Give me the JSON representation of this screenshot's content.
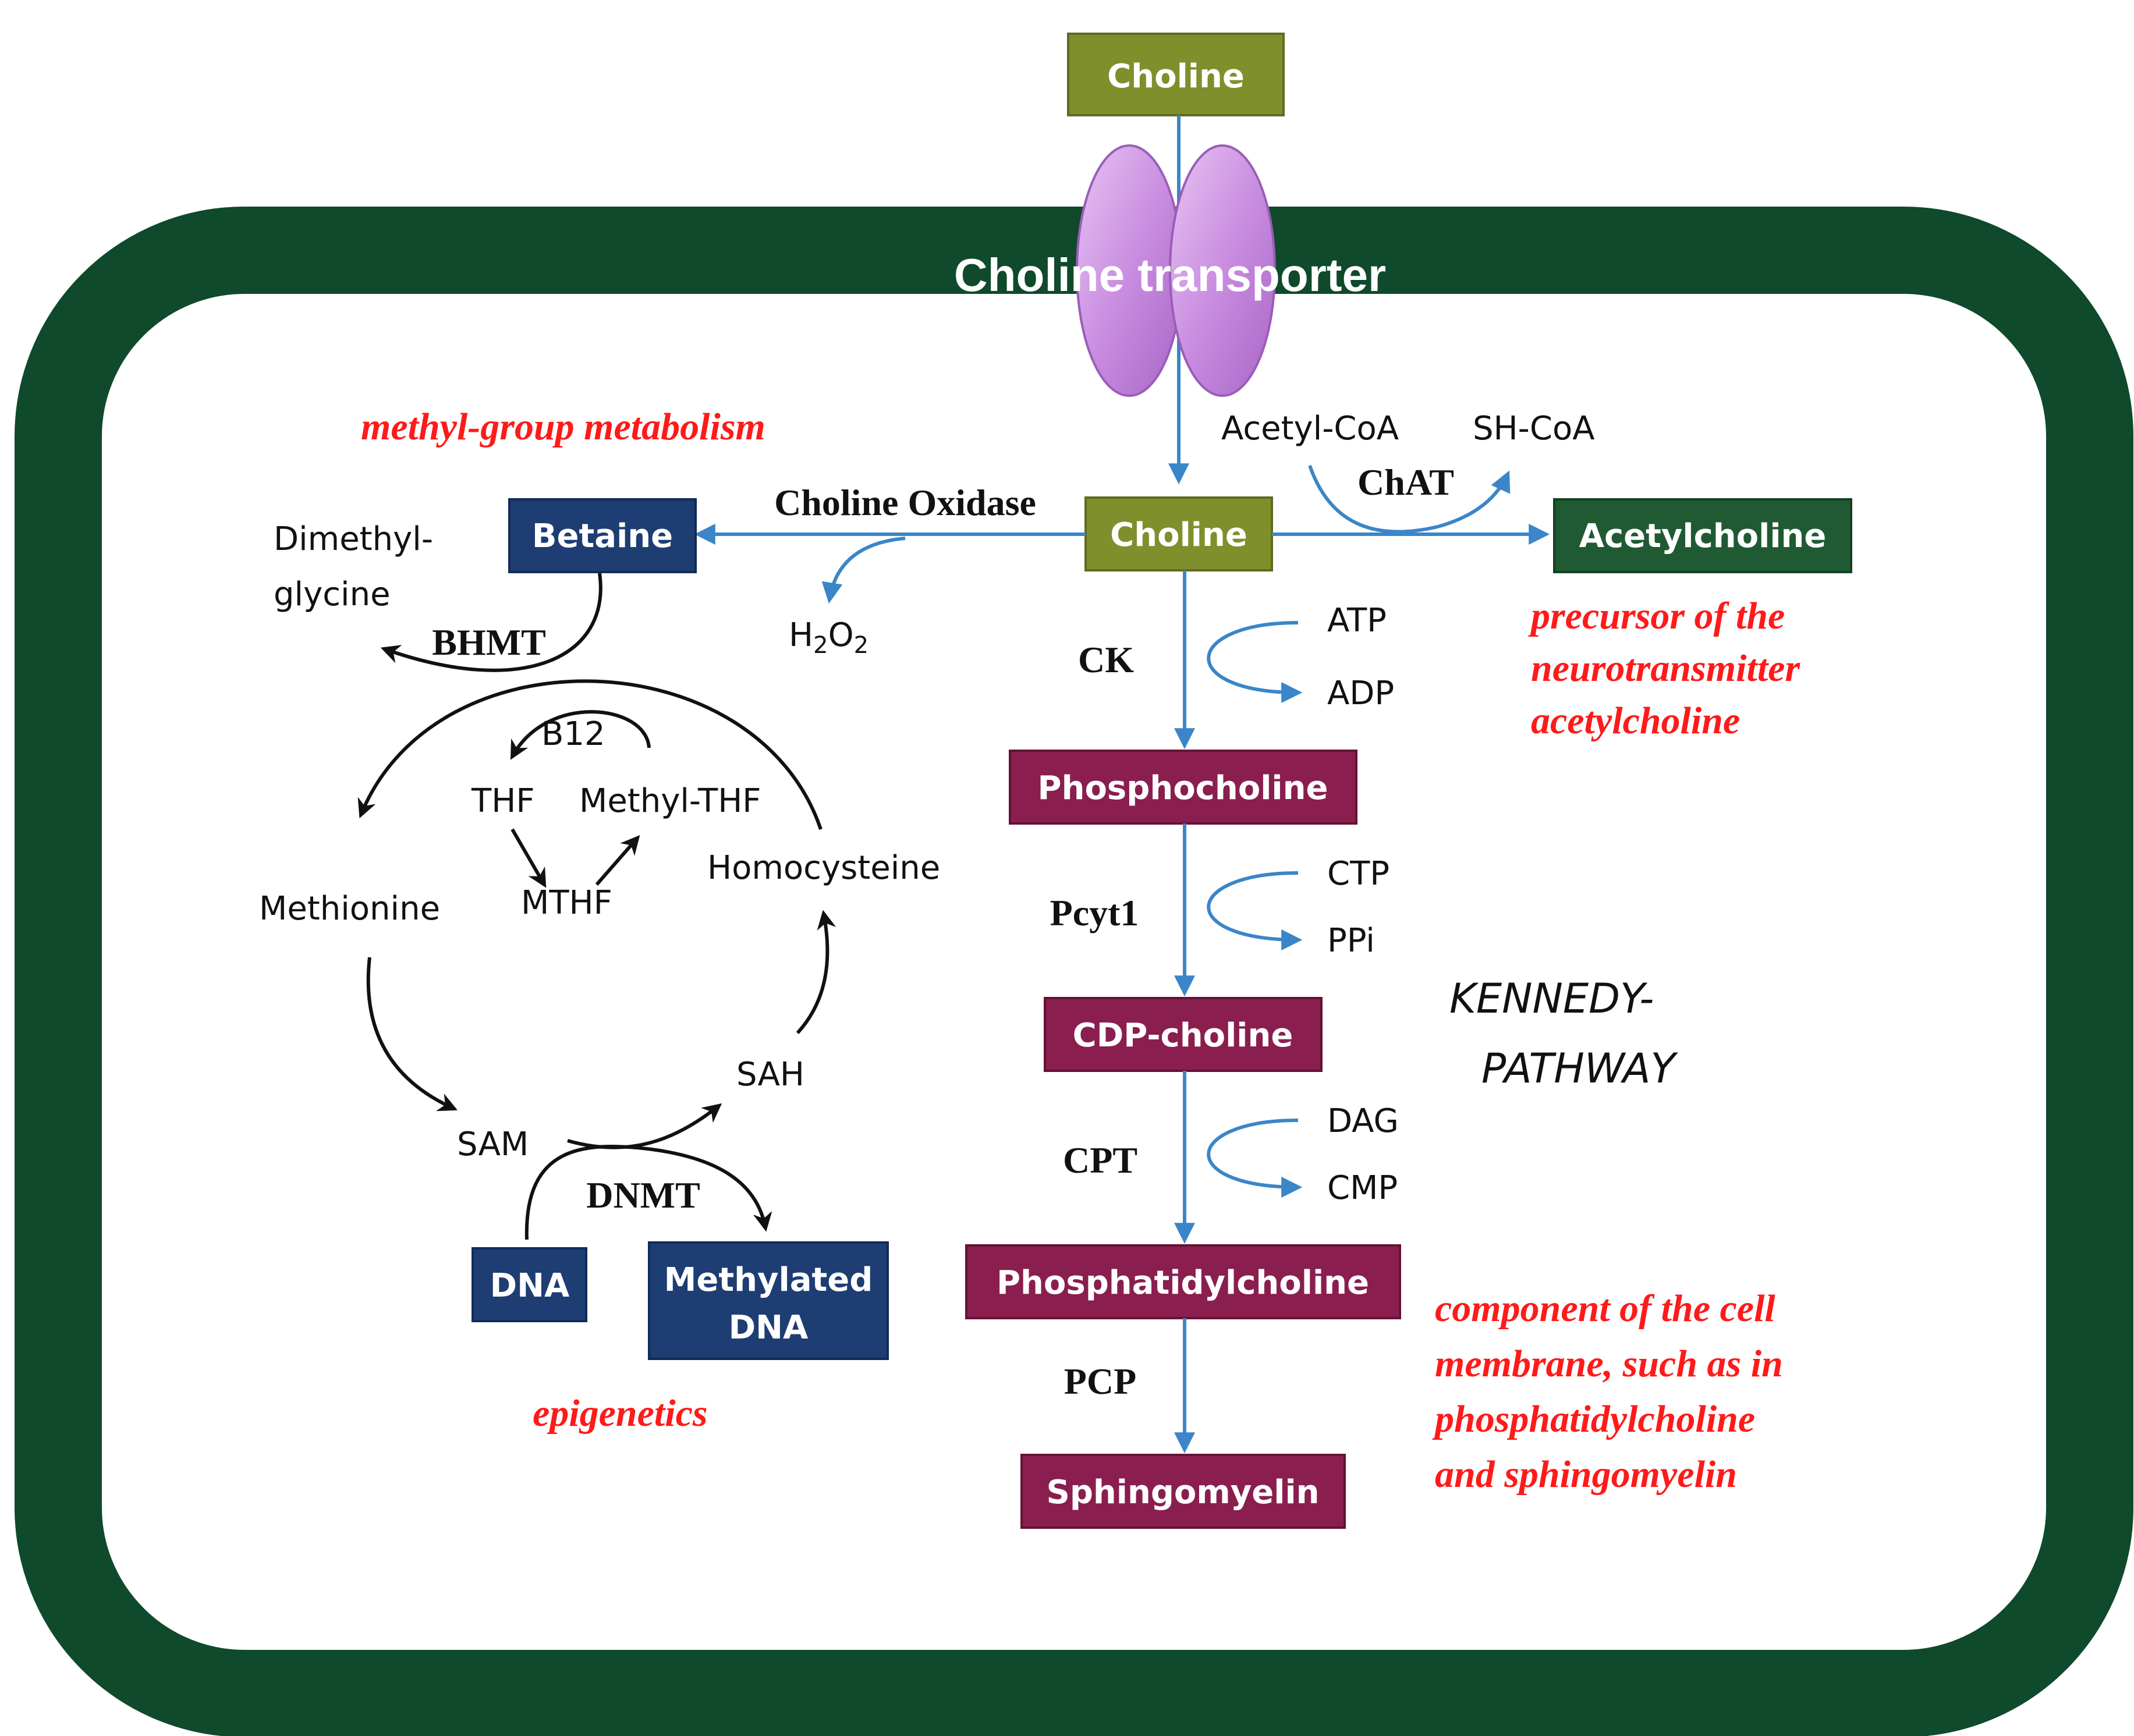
{
  "colors": {
    "cell_border": "#0e4a2b",
    "choline_box": "#7f8f2c",
    "betaine_box": "#1d3d73",
    "acetylcholine_box": "#1f5a32",
    "kennedy_box": "#8a1e4f",
    "pathway_arrow": "#3a86c8",
    "note_text": "#ff1a1a"
  },
  "transporter": {
    "label": "Choline transporter"
  },
  "boxes": {
    "choline_outside": "Choline",
    "choline_inside": "Choline",
    "betaine": "Betaine",
    "acetylcholine": "Acetylcholine",
    "phosphocholine": "Phosphocholine",
    "cdp_choline": "CDP-choline",
    "phosphatidylcholine": "Phosphatidylcholine",
    "sphingomyelin": "Sphingomyelin",
    "dna": "DNA",
    "methylated_dna_line1": "Methylated",
    "methylated_dna_line2": "DNA"
  },
  "enzymes": {
    "choline_oxidase": "Choline Oxidase",
    "chat": "ChAT",
    "bhmt": "BHMT",
    "dnmt": "DNMT",
    "ck": "CK",
    "pcyt1": "Pcyt1",
    "cpt": "CPT",
    "pcp": "PCP"
  },
  "metabolites": {
    "acetyl_coa": "Acetyl-CoA",
    "sh_coa": "SH-CoA",
    "h2o2_base_h": "H",
    "h2o2_sub_1": "2",
    "h2o2_base_o": "O",
    "h2o2_sub_2": "2",
    "dimethylglycine_line1": "Dimethyl-",
    "dimethylglycine_line2": "glycine",
    "b12": "B12",
    "thf": "THF",
    "methyl_thf": "Methyl-THF",
    "mthf": "MTHF",
    "methionine": "Methionine",
    "homocysteine": "Homocysteine",
    "sah": "SAH",
    "sam": "SAM",
    "atp": "ATP",
    "adp": "ADP",
    "ctp": "CTP",
    "ppi": "PPi",
    "dag": "DAG",
    "cmp": "CMP"
  },
  "labels": {
    "methyl_group_metabolism": "methyl-group metabolism",
    "epigenetics": "epigenetics",
    "kennedy_line1": "KENNEDY-",
    "kennedy_line2": "PATHWAY",
    "precursor_line1": "precursor of the",
    "precursor_line2": "neurotransmitter",
    "precursor_line3": "acetylcholine",
    "membrane_line1": "component of the cell",
    "membrane_line2": "membrane, such as in",
    "membrane_line3": "phosphatidylcholine",
    "membrane_line4": "and sphingomyelin"
  }
}
